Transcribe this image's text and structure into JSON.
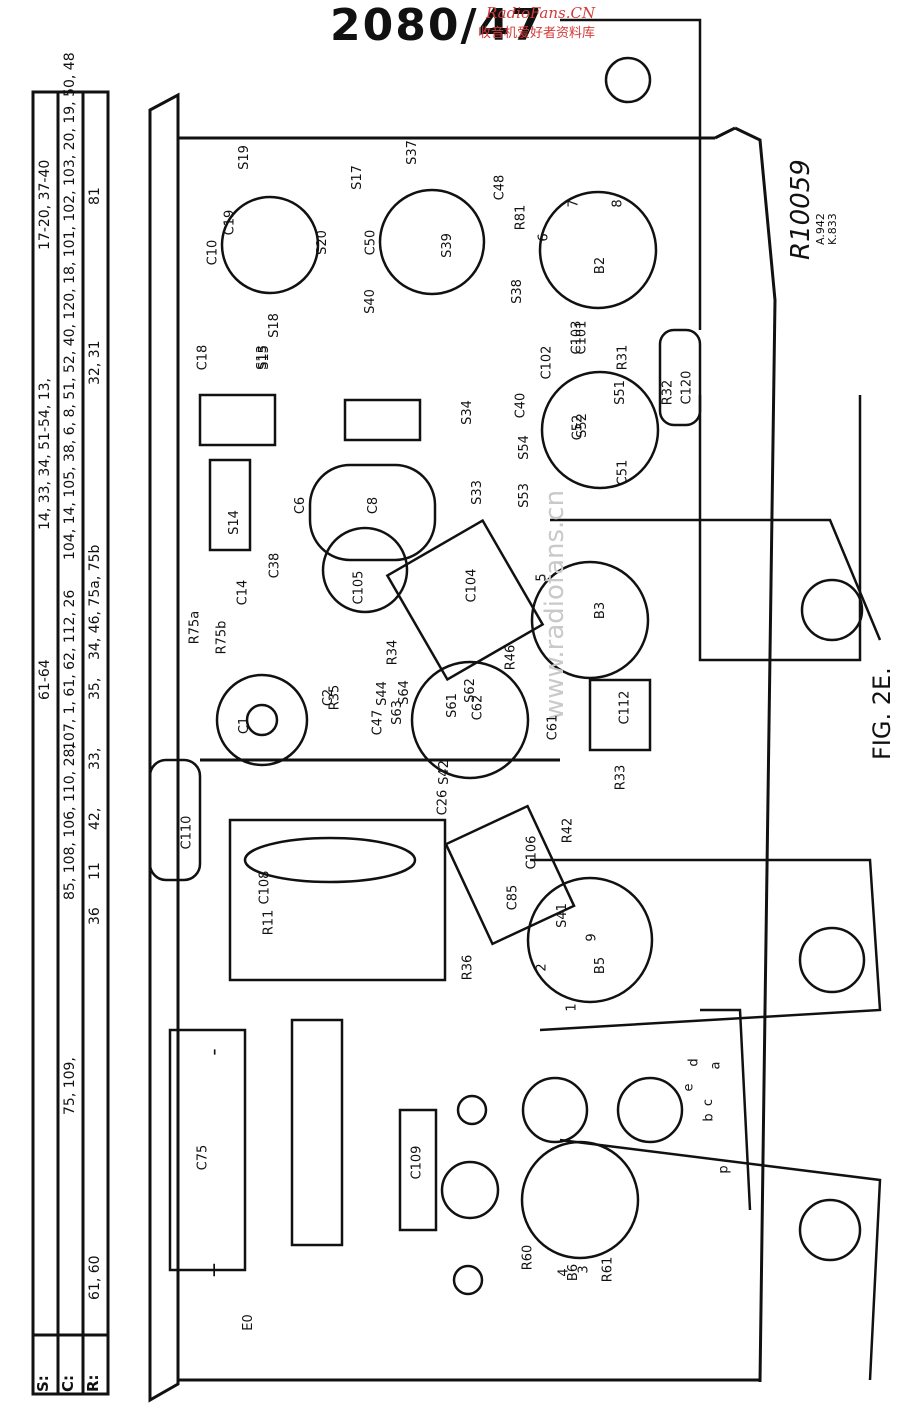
{
  "header": {
    "model": "2080/47",
    "watermark_site": "RadioFans.CN",
    "watermark_tagline": "收音机爱好者资料库",
    "watermark_mid": "www.radiofans.cn"
  },
  "table": {
    "row_labels": [
      "S:",
      "C:",
      "R:"
    ],
    "s_values": [
      "61-64",
      "14, 33, 34, 51-54, 13,",
      "17-20, 37-40"
    ],
    "c_values": [
      "75, 109,",
      "85, 108, 106, 110, 28,",
      "107, 1, 61, 62, 112, 26",
      "104, 14, 105, 38, 6, 8, 51, 52, 40, 120, 18, 101, 102, 103, 20, 19, 50, 48"
    ],
    "r_values": [
      "61, 60",
      "36",
      "11",
      "42,",
      "33,",
      "35,",
      "34, 46, 75a, 75b",
      "32, 31",
      "81"
    ]
  },
  "drawing_ref": "R10059",
  "drawing_sub": [
    "A.942",
    "K.833"
  ],
  "figure_label": "FIG. 2E.",
  "components": {
    "valves": [
      "B2",
      "B3",
      "B5",
      "B6"
    ],
    "switches": [
      "S19",
      "S20",
      "S18",
      "S17",
      "S37",
      "S39",
      "S40",
      "S38",
      "S13",
      "S14",
      "S15",
      "S44",
      "S51",
      "S52",
      "S53",
      "S54",
      "S34",
      "S33",
      "S61",
      "S62",
      "S63",
      "S64",
      "S41",
      "S42"
    ],
    "capacitors": [
      "C10",
      "C19",
      "C50",
      "C48",
      "C18",
      "C6",
      "C8",
      "C38",
      "C14",
      "C105",
      "C104",
      "C120",
      "C101",
      "C102",
      "C103",
      "C40",
      "C52",
      "C51",
      "C2",
      "C1",
      "C61",
      "C62",
      "C112",
      "C110",
      "C108",
      "C26",
      "C106",
      "C85",
      "C75",
      "C109",
      "C47"
    ],
    "resistors": [
      "R81",
      "R31",
      "R32",
      "R75a",
      "R75b",
      "R35",
      "R34",
      "R46",
      "R33",
      "R42",
      "R11",
      "R36",
      "R60",
      "R61"
    ],
    "terminals": [
      "a",
      "b",
      "c",
      "d",
      "e",
      "p"
    ],
    "pins": [
      "1",
      "2",
      "3",
      "4",
      "5",
      "6",
      "7",
      "8",
      "9"
    ],
    "misc": [
      "E0",
      "+",
      "-"
    ]
  },
  "colors": {
    "ink": "#111111",
    "paper": "#ffffff",
    "watermark": "#d23a3a",
    "ghost": "#c9c9c9"
  }
}
